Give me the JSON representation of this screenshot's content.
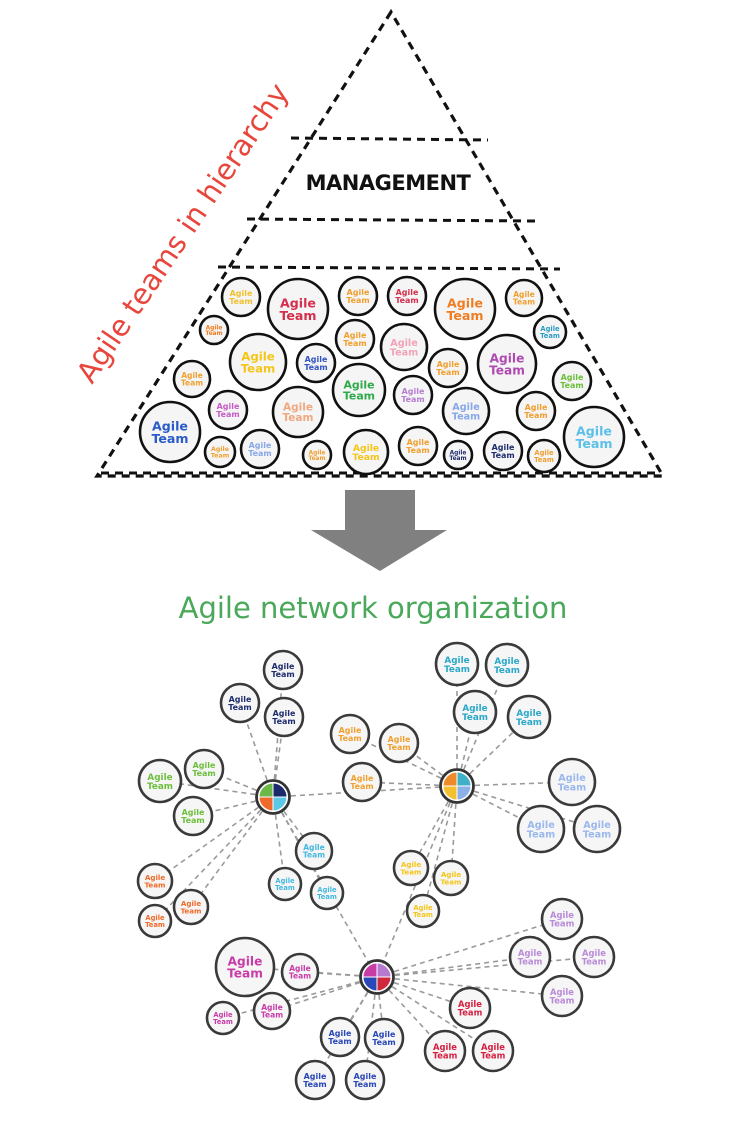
{
  "hierarchy": {
    "side_label": "Agile teams in hierarchy",
    "tiers": [
      {
        "label": ""
      },
      {
        "label": "MANAGEMENT"
      },
      {
        "label": ""
      }
    ],
    "team_label_line1": "Agile",
    "team_label_line2": "Team",
    "teams": [
      {
        "color": "#f2c12e",
        "size": "s"
      },
      {
        "color": "#d42f4d",
        "size": "l"
      },
      {
        "color": "#f0a030",
        "size": "s"
      },
      {
        "color": "#d42f4d",
        "size": "s"
      },
      {
        "color": "#ef7d22",
        "size": "l"
      },
      {
        "color": "#f0a030",
        "size": "s"
      },
      {
        "color": "#ef7d22",
        "size": "xs"
      },
      {
        "color": "#f5c518",
        "size": "l"
      },
      {
        "color": "#f0a030",
        "size": "s"
      },
      {
        "color": "#f2a3b8",
        "size": "m"
      },
      {
        "color": "#2d9dc4",
        "size": "xs"
      },
      {
        "color": "#3155c4",
        "size": "s"
      },
      {
        "color": "#b04ab0",
        "size": "l"
      },
      {
        "color": "#f0a030",
        "size": "s"
      },
      {
        "color": "#f0a030",
        "size": "s"
      },
      {
        "color": "#2faa4a",
        "size": "m"
      },
      {
        "color": "#6cbf3c",
        "size": "s"
      },
      {
        "color": "#c85cc8",
        "size": "s"
      },
      {
        "color": "#f0a880",
        "size": "m"
      },
      {
        "color": "#b77ed0",
        "size": "s"
      },
      {
        "color": "#88a8e8",
        "size": "m"
      },
      {
        "color": "#f0a030",
        "size": "s"
      },
      {
        "color": "#2a5cc8",
        "size": "l"
      },
      {
        "color": "#f0a030",
        "size": "xs"
      },
      {
        "color": "#88a8e8",
        "size": "s"
      },
      {
        "color": "#f0a030",
        "size": "xs"
      },
      {
        "color": "#f5c518",
        "size": "m"
      },
      {
        "color": "#f0a030",
        "size": "s"
      },
      {
        "color": "#1f2d6e",
        "size": "xs"
      },
      {
        "color": "#1f2d6e",
        "size": "s"
      },
      {
        "color": "#f0a030",
        "size": "xs"
      },
      {
        "color": "#5bc0e8",
        "size": "l"
      }
    ]
  },
  "transition_arrow": {
    "icon": "down-arrow-icon",
    "color": "#808080"
  },
  "network": {
    "title": "Agile network organization",
    "hubs": [
      {
        "name": "hub-1",
        "quadrants": [
          "#6cb848",
          "#1a2a6c",
          "#5bc8e8",
          "#ef6a2a"
        ],
        "teams": [
          {
            "color": "#1f2d6e"
          },
          {
            "color": "#1f2d6e"
          },
          {
            "color": "#1f2d6e"
          },
          {
            "color": "#6cbf3c"
          },
          {
            "color": "#6cbf3c"
          },
          {
            "color": "#6cbf3c"
          },
          {
            "color": "#ef6a2a"
          },
          {
            "color": "#ef6a2a"
          },
          {
            "color": "#ef6a2a"
          },
          {
            "color": "#45b8e0"
          },
          {
            "color": "#45b8e0"
          },
          {
            "color": "#45b8e0"
          }
        ]
      },
      {
        "name": "hub-2",
        "quadrants": [
          "#ef8a2a",
          "#3fb0c8",
          "#8cb0e8",
          "#f5c030"
        ],
        "teams": [
          {
            "color": "#2aa8c8"
          },
          {
            "color": "#2aa8c8"
          },
          {
            "color": "#2aa8c8"
          },
          {
            "color": "#2aa8c8"
          },
          {
            "color": "#f0a030"
          },
          {
            "color": "#f0a030"
          },
          {
            "color": "#f0a030"
          },
          {
            "color": "#9ab8ec"
          },
          {
            "color": "#9ab8ec"
          },
          {
            "color": "#9ab8ec"
          },
          {
            "color": "#f5c518"
          },
          {
            "color": "#f5c518"
          },
          {
            "color": "#f5c518"
          }
        ]
      },
      {
        "name": "hub-3",
        "quadrants": [
          "#c83ca8",
          "#b87ad0",
          "#d0283c",
          "#2a48b8"
        ],
        "teams": [
          {
            "color": "#c83ca8"
          },
          {
            "color": "#c83ca8"
          },
          {
            "color": "#c83ca8"
          },
          {
            "color": "#c83ca8"
          },
          {
            "color": "#2a48b8"
          },
          {
            "color": "#2a48b8"
          },
          {
            "color": "#2a48b8"
          },
          {
            "color": "#2a48b8"
          },
          {
            "color": "#d42040"
          },
          {
            "color": "#d42040"
          },
          {
            "color": "#d42040"
          },
          {
            "color": "#b88ad8"
          },
          {
            "color": "#b88ad8"
          },
          {
            "color": "#b88ad8"
          },
          {
            "color": "#b88ad8"
          }
        ]
      }
    ]
  }
}
